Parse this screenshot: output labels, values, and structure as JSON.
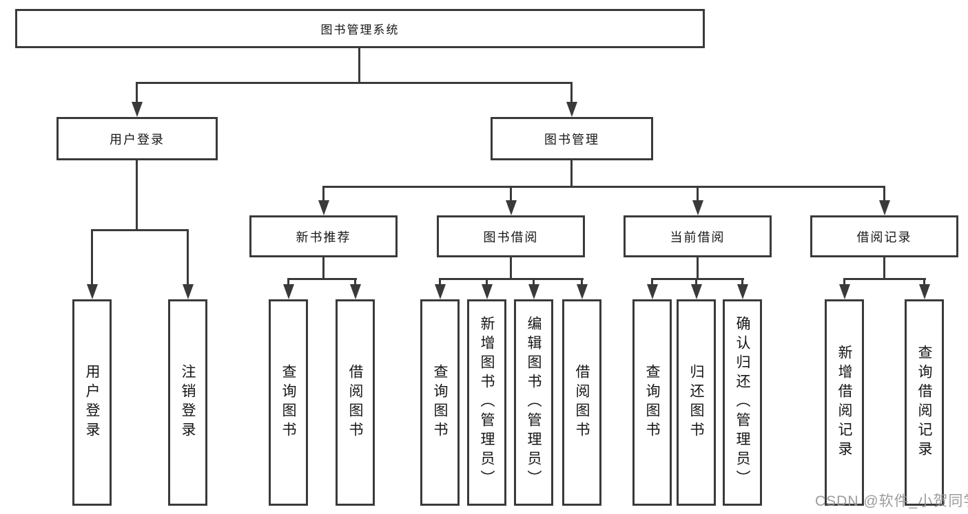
{
  "diagram": {
    "root": "图书管理系统",
    "user_login": {
      "label": "用户登录",
      "children": [
        "用户登录",
        "注销登录"
      ]
    },
    "book_management": {
      "label": "图书管理",
      "sections": {
        "new_books": {
          "label": "新书推荐",
          "children": [
            "查询图书",
            "借阅图书"
          ]
        },
        "borrowing": {
          "label": "图书借阅",
          "children": [
            "查询图书",
            "新增图书（管理员）",
            "编辑图书（管理员）",
            "借阅图书"
          ]
        },
        "current": {
          "label": "当前借阅",
          "children": [
            "查询图书",
            "归还图书",
            "确认归还（管理员）"
          ]
        },
        "records": {
          "label": "借阅记录",
          "children": [
            "新增借阅记录",
            "查询借阅记录"
          ]
        }
      }
    }
  },
  "watermark": "CSDN @软件_小贺同学",
  "colors": {
    "line": "#3a3a3a",
    "background": "#ffffff",
    "watermark": "#949494"
  }
}
